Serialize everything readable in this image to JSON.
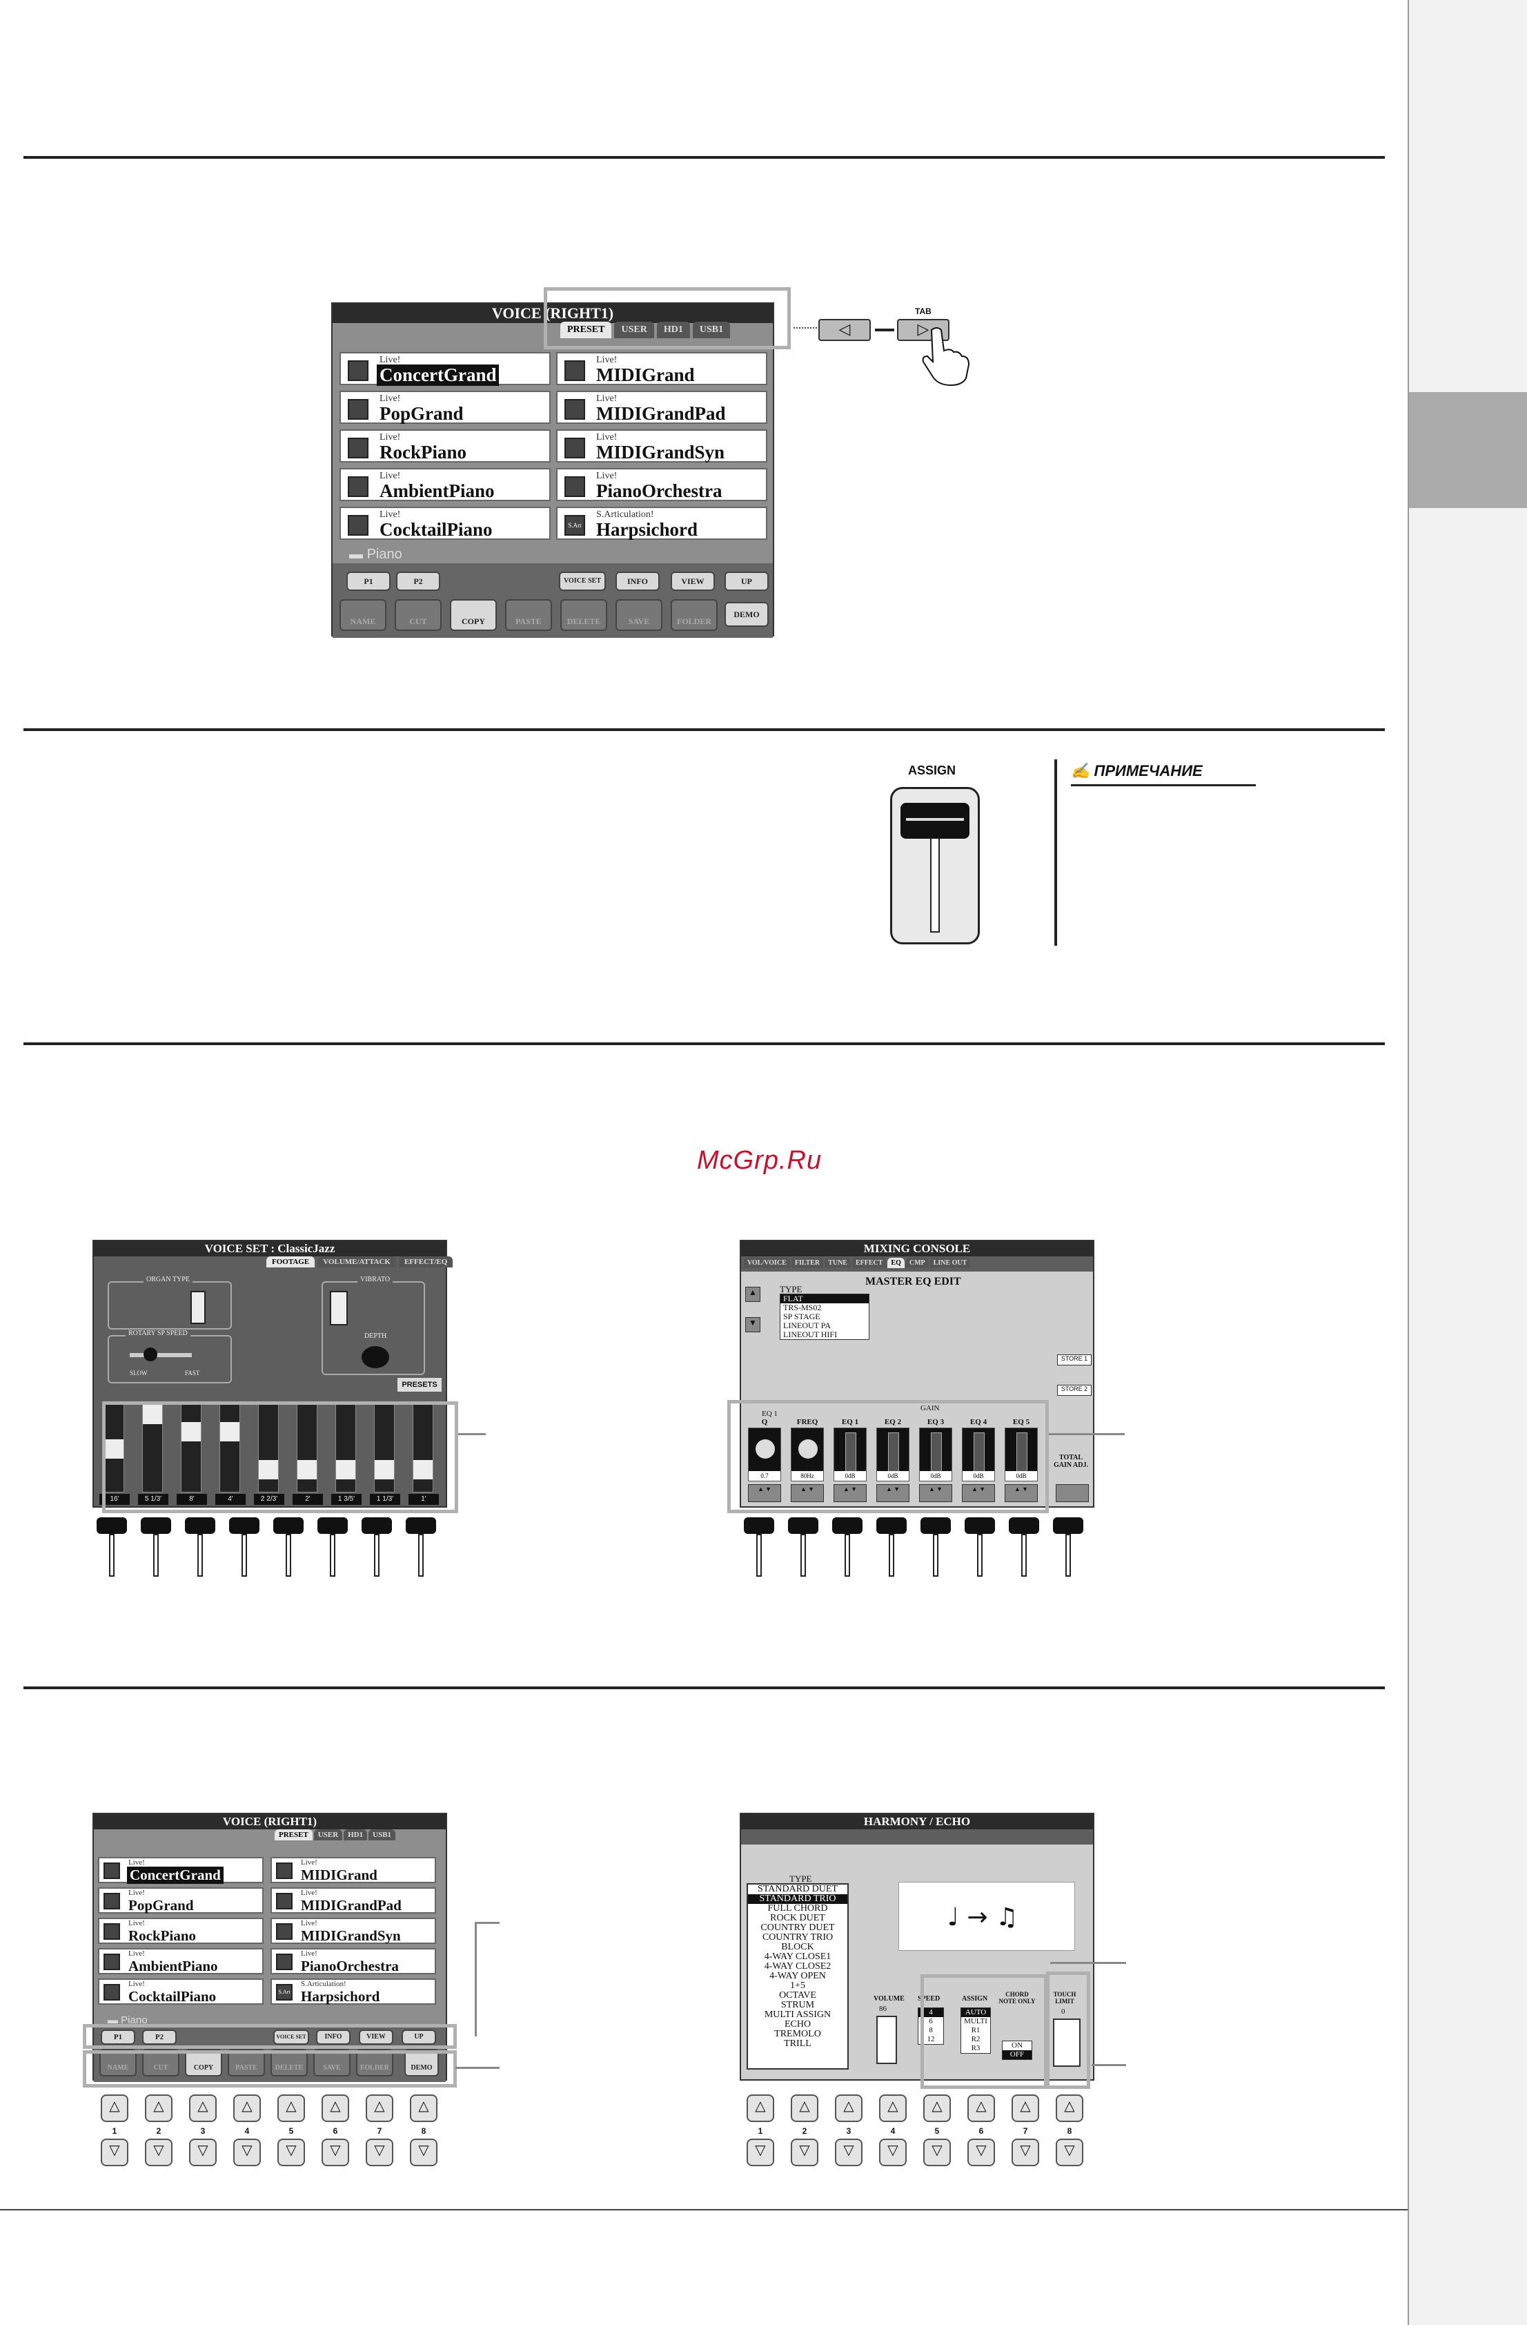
{
  "watermark": "McGrp.Ru",
  "top_screen": {
    "title": "VOICE (RIGHT1)",
    "tabs": [
      "PRESET",
      "USER",
      "HD1",
      "USB1"
    ],
    "voices_left": [
      {
        "cat": "Live!",
        "name": "ConcertGrand"
      },
      {
        "cat": "Live!",
        "name": "PopGrand"
      },
      {
        "cat": "Live!",
        "name": "RockPiano"
      },
      {
        "cat": "Live!",
        "name": "AmbientPiano"
      },
      {
        "cat": "Live!",
        "name": "CocktailPiano"
      }
    ],
    "voices_right": [
      {
        "cat": "Live!",
        "name": "MIDIGrand"
      },
      {
        "cat": "Live!",
        "name": "MIDIGrandPad"
      },
      {
        "cat": "Live!",
        "name": "MIDIGrandSyn"
      },
      {
        "cat": "Live!",
        "name": "PianoOrchestra"
      },
      {
        "cat": "S.Articulation!",
        "name": "Harpsichord",
        "icon_text": "S.Art"
      }
    ],
    "folder": "Piano",
    "page_buttons": [
      "P1",
      "P2"
    ],
    "func_buttons": [
      "VOICE SET",
      "INFO",
      "VIEW",
      "UP"
    ],
    "bottom_buttons": [
      "NAME",
      "CUT",
      "COPY",
      "PASTE",
      "DELETE",
      "SAVE",
      "FOLDER",
      "DEMO"
    ],
    "tab_label": "TAB"
  },
  "assign": {
    "label": "ASSIGN"
  },
  "note": {
    "label": "ПРИМЕЧАНИЕ"
  },
  "voice_set": {
    "title": "VOICE SET : ClassicJazz",
    "tabs": [
      "FOOTAGE",
      "VOLUME/ATTACK",
      "EFFECT/EQ"
    ],
    "organ_type": "ORGAN TYPE",
    "vibrato": "VIBRATO",
    "rotary": "ROTARY SP SPEED",
    "slow": "SLOW",
    "fast": "FAST",
    "depth": "DEPTH",
    "presets": "PRESETS",
    "footages": [
      "16'",
      "5 1/3'",
      "8'",
      "4'",
      "2 2/3'",
      "2'",
      "1 3/5'",
      "1 1/3'",
      "1'"
    ]
  },
  "mixing": {
    "title": "MIXING CONSOLE",
    "tabs": [
      "VOL/VOICE",
      "FILTER",
      "TUNE",
      "EFFECT",
      "EQ",
      "CMP",
      "LINE OUT"
    ],
    "subtitle": "MASTER EQ EDIT",
    "type_label": "TYPE",
    "types": [
      "FLAT",
      "TRS-MS02",
      "SP STAGE",
      "LINEOUT PA",
      "LINEOUT HIFI"
    ],
    "store1": "STORE 1",
    "store2": "STORE 2",
    "gain": "GAIN",
    "eq1": "EQ 1",
    "columns": [
      "Q",
      "FREQ",
      "EQ 1",
      "EQ 2",
      "EQ 3",
      "EQ 4",
      "EQ 5"
    ],
    "values": [
      "0.7",
      "80Hz",
      "0dB",
      "0dB",
      "0dB",
      "0dB",
      "0dB"
    ],
    "total_gain": "TOTAL GAIN ADJ."
  },
  "bottom_voice": {
    "title": "VOICE (RIGHT1)",
    "tabs": [
      "PRESET",
      "USER",
      "HD1",
      "USB1"
    ],
    "voices_left": [
      {
        "cat": "Live!",
        "name": "ConcertGrand"
      },
      {
        "cat": "Live!",
        "name": "PopGrand"
      },
      {
        "cat": "Live!",
        "name": "RockPiano"
      },
      {
        "cat": "Live!",
        "name": "AmbientPiano"
      },
      {
        "cat": "Live!",
        "name": "CocktailPiano"
      }
    ],
    "voices_right": [
      {
        "cat": "Live!",
        "name": "MIDIGrand"
      },
      {
        "cat": "Live!",
        "name": "MIDIGrandPad"
      },
      {
        "cat": "Live!",
        "name": "MIDIGrandSyn"
      },
      {
        "cat": "Live!",
        "name": "PianoOrchestra"
      },
      {
        "cat": "S.Articulation!",
        "name": "Harpsichord",
        "icon_text": "S.Art"
      }
    ],
    "folder": "Piano",
    "page_buttons": [
      "P1",
      "P2"
    ],
    "func_buttons": [
      "VOICE SET",
      "INFO",
      "VIEW",
      "UP"
    ],
    "bottom_buttons": [
      "NAME",
      "CUT",
      "COPY",
      "PASTE",
      "DELETE",
      "SAVE",
      "FOLDER",
      "DEMO"
    ]
  },
  "harmony": {
    "title": "HARMONY / ECHO",
    "type_label": "TYPE",
    "types": [
      "STANDARD DUET",
      "STANDARD TRIO",
      "FULL CHORD",
      "ROCK DUET",
      "COUNTRY DUET",
      "COUNTRY TRIO",
      "BLOCK",
      "4-WAY CLOSE1",
      "4-WAY CLOSE2",
      "4-WAY OPEN",
      "1+5",
      "OCTAVE",
      "STRUM",
      "MULTI ASSIGN",
      "ECHO",
      "TREMOLO",
      "TRILL"
    ],
    "volume_label": "VOLUME",
    "volume_value": "86",
    "speed_label": "SPEED",
    "speed_values": [
      "4",
      "6",
      "8",
      "12"
    ],
    "assign_label": "ASSIGN",
    "assign_values": [
      "AUTO",
      "MULTI",
      "R1",
      "R2",
      "R3"
    ],
    "chord_label": "CHORD NOTE ONLY",
    "chord_values": [
      "ON",
      "OFF"
    ],
    "touch_label": "TOUCH LIMIT",
    "touch_value": "0"
  },
  "button_numbers": [
    "1",
    "2",
    "3",
    "4",
    "5",
    "6",
    "7",
    "8"
  ]
}
